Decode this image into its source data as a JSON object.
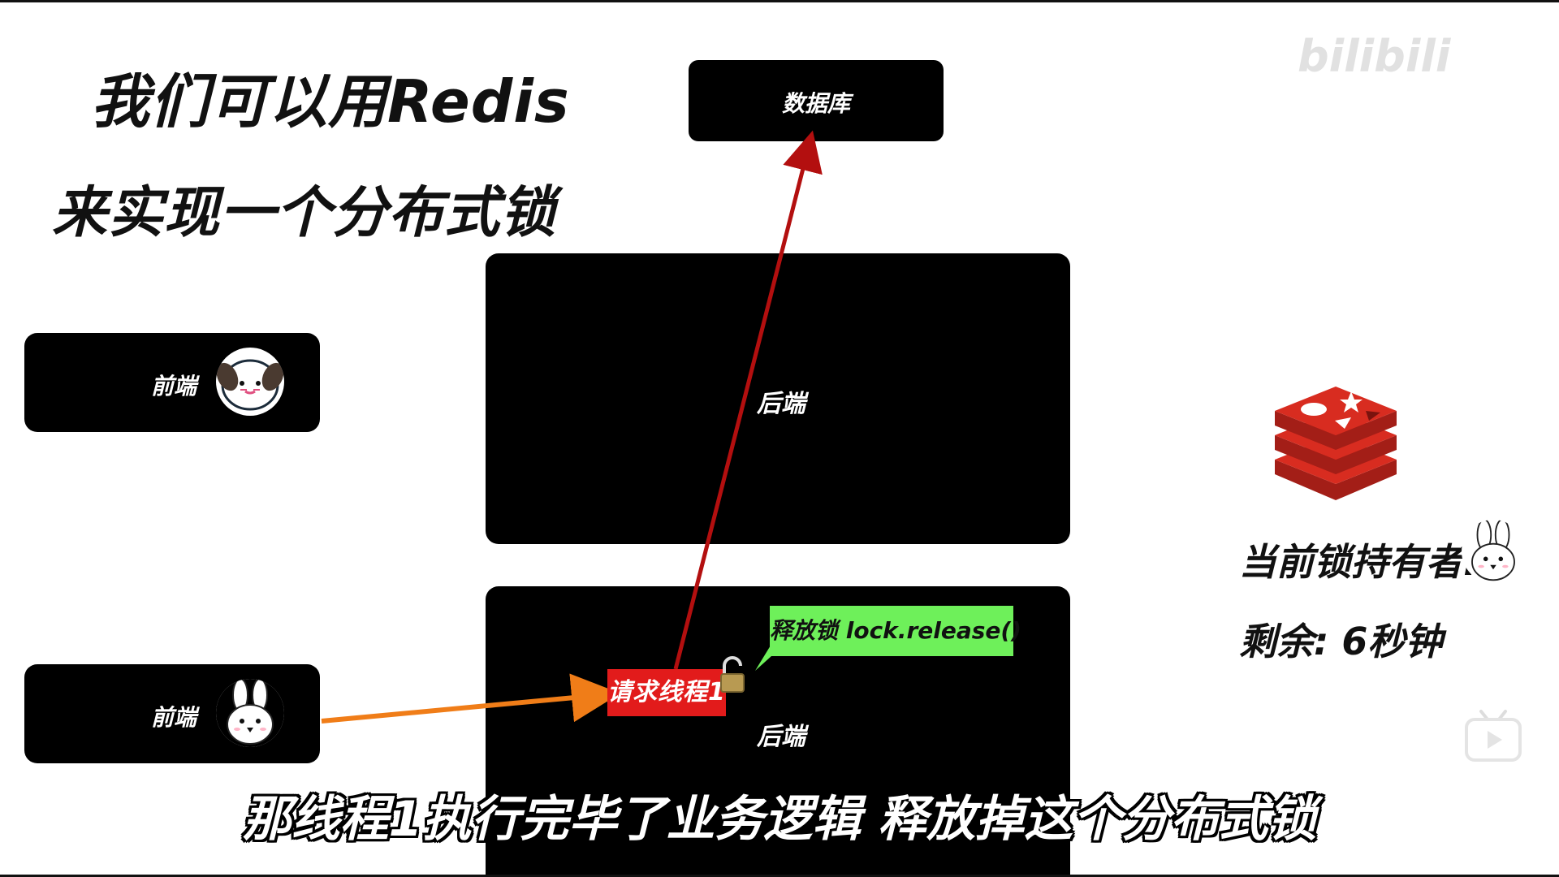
{
  "title": {
    "line1": "我们可以用Redis",
    "line2": "来实现一个分布式锁"
  },
  "nodes": {
    "database": "数据库",
    "backend_top": "后端",
    "backend_bottom": "后端",
    "frontend_1": "前端",
    "frontend_2": "前端"
  },
  "request_thread": "请求线程1",
  "release_bubble": "释放锁 lock.release()",
  "status": {
    "lock_owner_label": "当前锁持有者:",
    "remaining_label": "剩余: 6秒钟"
  },
  "subtitle": "那线程1执行完毕了业务逻辑 释放掉这个分布式锁",
  "watermark": "bilibili",
  "icons": {
    "frontend_1_avatar": "dog-avatar-icon",
    "frontend_2_avatar": "rabbit-avatar-icon",
    "owner_avatar": "rabbit-avatar-icon",
    "lock": "open-lock-icon",
    "redis": "redis-logo-icon",
    "play": "play-icon"
  },
  "colors": {
    "box": "#000000",
    "thread_label": "#e21b1b",
    "release_bubble": "#6ef05a",
    "db_arrow": "#b30f0f",
    "request_arrow": "#f07d18",
    "redis_red": "#d82c20"
  }
}
